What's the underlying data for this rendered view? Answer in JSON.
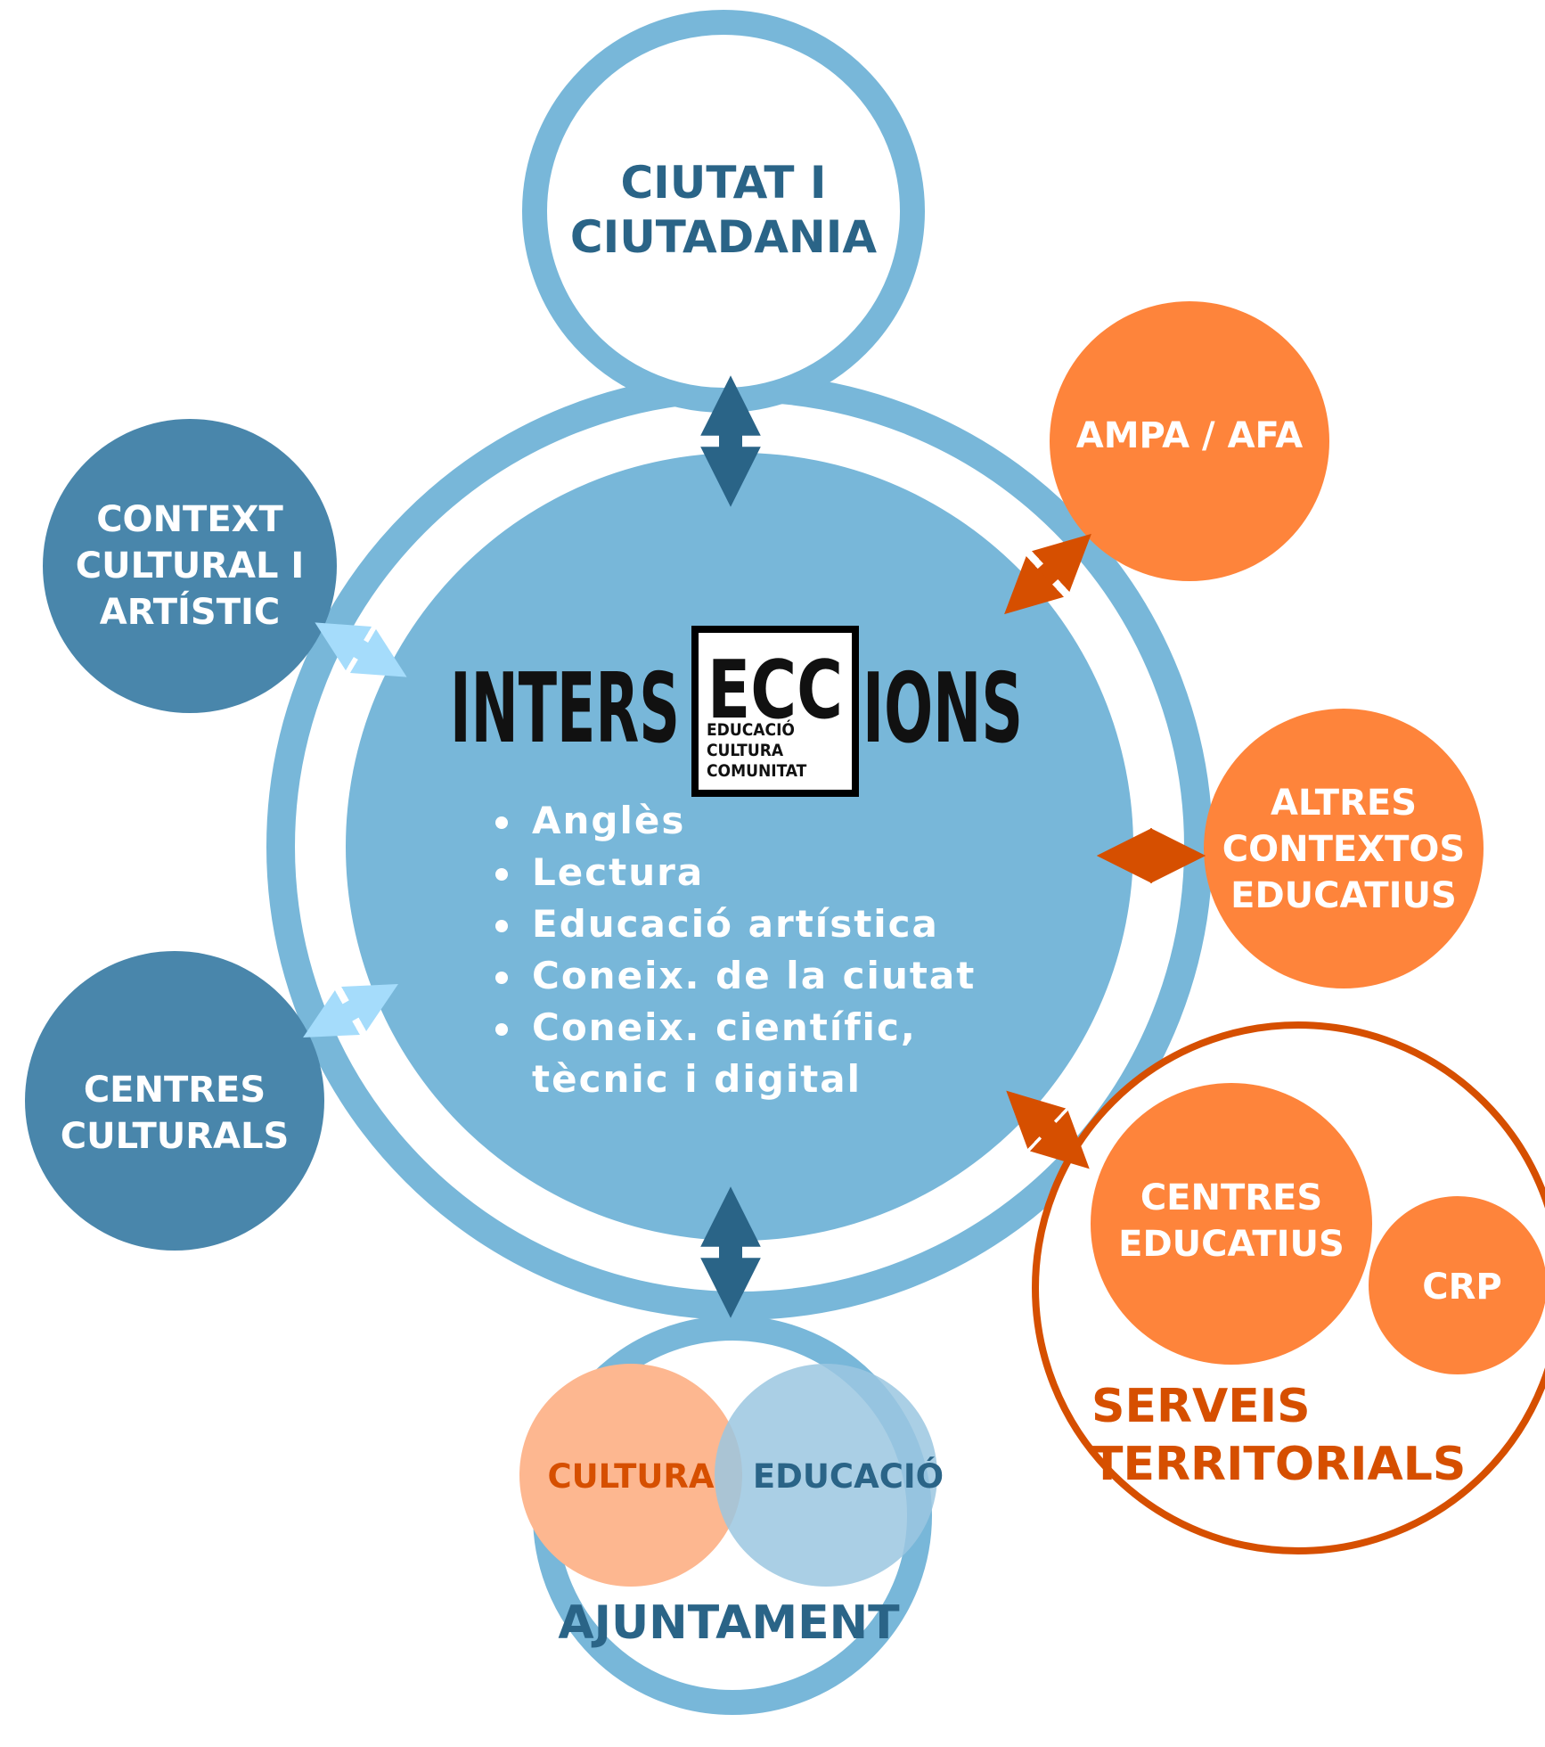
{
  "colors": {
    "light_blue": "#78b7d9",
    "mid_blue": "#4986ab",
    "dark_blue": "#2a6487",
    "orange": "#fe843b",
    "orange_dark": "#d64f00",
    "pale_blue_arrow": "#a5dcfb",
    "venn_orange": "#fdb790",
    "venn_blue": "#9bc7e1"
  },
  "top": {
    "line1": "CIUTAT I",
    "line2": "CIUTADANIA"
  },
  "center": {
    "logo": {
      "left_text": "INTERS",
      "box_text": "ECC",
      "right_text": "IONS",
      "sub1": "EDUCACIÓ",
      "sub2": "CULTURA",
      "sub3": "COMUNITAT"
    },
    "items": [
      "Anglès",
      "Lectura",
      "Educació artística",
      "Coneix. de la ciutat",
      "Coneix. científic,"
    ],
    "item_continuation": "tècnic i digital"
  },
  "left_top": {
    "line1": "CONTEXT",
    "line2": "CULTURAL I",
    "line3": "ARTÍSTIC"
  },
  "left_bottom": {
    "line1": "CENTRES",
    "line2": "CULTURALS"
  },
  "right": {
    "ampa": "AMPA / AFA",
    "altres": {
      "line1": "ALTRES",
      "line2": "CONTEXTOS",
      "line3": "EDUCATIUS"
    }
  },
  "serveis": {
    "centres": {
      "line1": "CENTRES",
      "line2": "EDUCATIUS"
    },
    "crp": "CRP",
    "title1": "SERVEIS",
    "title2": "TERRITORIALS"
  },
  "ajuntament": {
    "cultura": "CULTURA",
    "educacio": "EDUCACIÓ",
    "title": "AJUNTAMENT"
  }
}
